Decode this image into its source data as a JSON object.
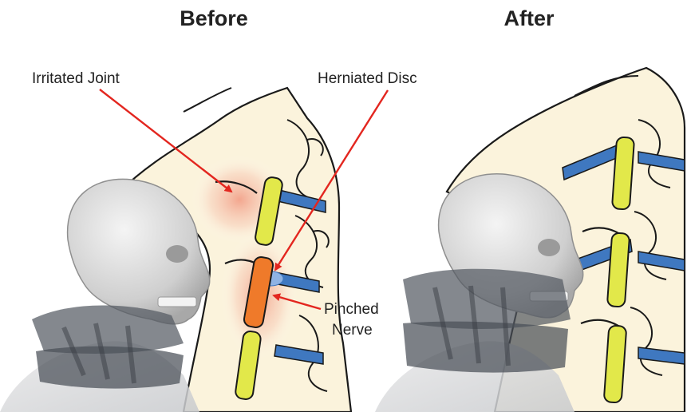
{
  "panels": {
    "before": {
      "title": "Before"
    },
    "after": {
      "title": "After"
    }
  },
  "labels": {
    "irritated_joint": "Irritated Joint",
    "herniated_disc": "Herniated Disc",
    "pinched_line1": "Pinched",
    "pinched_line2": "Nerve"
  },
  "colors": {
    "bone_fill": "#fbf3dc",
    "outline": "#1a1a1a",
    "nerve_normal": "#e2e84a",
    "nerve_pinched": "#ef7a2a",
    "disc": "#3f78c0",
    "arrow": "#e3261f",
    "inflammation": "#f2a08a",
    "skull": "#d9d9d9",
    "collar": "#555a63"
  },
  "icons": {
    "skull_before": "skull-illustration",
    "skull_after": "skull-illustration",
    "collar_before": "neck-collar-illustration",
    "collar_after": "neck-collar-illustration"
  }
}
